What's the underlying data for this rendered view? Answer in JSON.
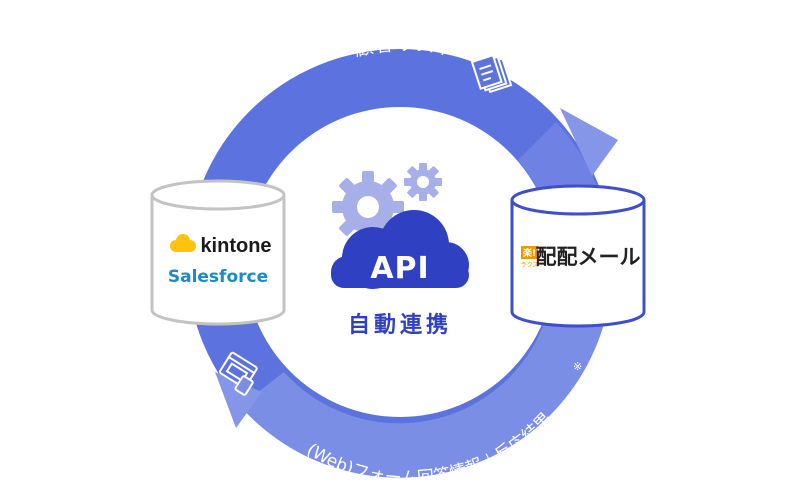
{
  "cycle": {
    "top_label": "顧客リスト",
    "bottom_label": "(Web)フォーム回答情報＋反応結果",
    "bottom_note_mark": "※",
    "arc_color": "#5c73df",
    "arc_light_color": "#7b8ee6",
    "top_icon": "document-stack-icon",
    "bottom_icon": "web-form-icon"
  },
  "left_db": {
    "brand1": "kintone",
    "brand2": "Salesforce",
    "brand1_icon": "kintone-cloud-icon",
    "brand1_icon_color": "#ffc20e",
    "brand2_color": "#1a8bc5"
  },
  "right_db": {
    "logo_mark": "楽!",
    "logo_sub": "ラクス",
    "name": "配配メール",
    "logo_color": "#f29600",
    "border_color": "#3e4fc7"
  },
  "center": {
    "api_label": "API",
    "caption": "自動連携",
    "cloud_color": "#2f40c3",
    "gear_color": "#a6afe8",
    "icon": "cloud-gear-icon"
  }
}
